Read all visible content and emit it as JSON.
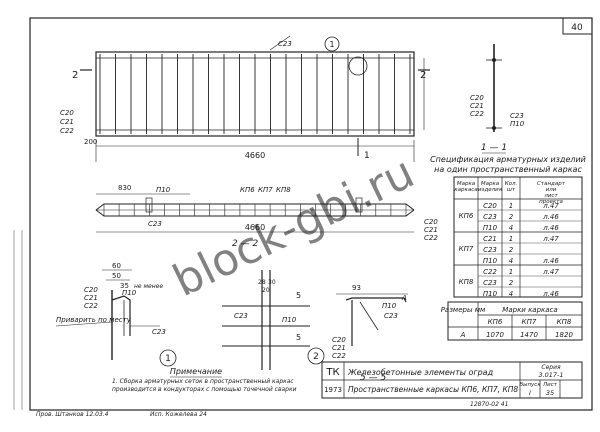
{
  "sheet_number": "40",
  "top_view": {
    "rebar_label": "С23",
    "left_labels": [
      "С20",
      "С21",
      "С22"
    ],
    "dim_total": "4660",
    "dim_end": "200",
    "section_mark": "2",
    "detail_mark": "1",
    "cut_mark": "1"
  },
  "side_view": {
    "labels": [
      "КП6",
      "КП7",
      "КП8"
    ],
    "dim_left": "830",
    "dim_total": "4660",
    "p10": "П10",
    "c23": "С23",
    "right_labels": [
      "С20",
      "С21",
      "С22"
    ]
  },
  "section_1": {
    "title": "1 — 1",
    "labels": [
      "С20",
      "С21",
      "С22"
    ],
    "right_labels": [
      "С23",
      "П10"
    ]
  },
  "spec_table": {
    "title_line1": "Спецификация арматурных изделий",
    "title_line2": "на один пространственный каркас",
    "headers": [
      "Марка каркаса",
      "Марка изделия",
      "Кол. шт",
      "Стандарт или лист проекта"
    ],
    "groups": [
      {
        "mark": "КП6",
        "rows": [
          [
            "С20",
            "1",
            "л.47"
          ],
          [
            "С23",
            "2",
            "л.46"
          ],
          [
            "П10",
            "4",
            "л.46"
          ]
        ]
      },
      {
        "mark": "КП7",
        "rows": [
          [
            "С21",
            "1",
            "л.47"
          ],
          [
            "С23",
            "2",
            ""
          ],
          [
            "П10",
            "4",
            "л.46"
          ]
        ]
      },
      {
        "mark": "КП8",
        "rows": [
          [
            "С22",
            "1",
            "л.47"
          ],
          [
            "С23",
            "2",
            ""
          ],
          [
            "П10",
            "4",
            "л.46"
          ]
        ]
      }
    ]
  },
  "dims_table": {
    "header_left": "Размеры мм",
    "header_group": "Марки каркаса",
    "cols": [
      "КП6",
      "КП7",
      "КП8"
    ],
    "row_label": "А",
    "values": [
      "1070",
      "1470",
      "1820"
    ]
  },
  "detail_1": {
    "dims": [
      "60",
      "50",
      "35"
    ],
    "note_short": "не менее",
    "labels": [
      "С20",
      "С21",
      "С22"
    ],
    "p10": "П10",
    "c23": "С23",
    "weld_text": "Приварить по месту",
    "mark": "1"
  },
  "section_2": {
    "title": "2 — 2",
    "dims": [
      "28",
      "30",
      "20"
    ],
    "p10": "П10",
    "c23": "С23",
    "cut": "5",
    "mark": "2"
  },
  "section_5": {
    "title": "5 — 5",
    "dim": "93",
    "labels": [
      "С20",
      "С21",
      "С22"
    ],
    "p10": "П10",
    "c23": "С23",
    "mark_a": "А"
  },
  "note": {
    "title": "Примечание",
    "text": "1. Сборка арматурных сеток в пространственный каркас производится в кондукторах с помощью точечной сварки"
  },
  "title_block": {
    "org": "ТК",
    "year": "1973",
    "title": "Железобетонные элементы оград",
    "subtitle": "Пространственные каркасы КП6, КП7, КП8",
    "series_label": "Серия",
    "series_value": "3.017-1",
    "issue_label": "Выпуск",
    "issue_value": "I",
    "sheet_label": "Лист",
    "sheet_value": "35",
    "code": "12870-02  41"
  },
  "signatures": {
    "left": "Пров. Штанков  12.03.4",
    "right": "Исп. Кожелева  24"
  },
  "watermark": "block-gbi.ru"
}
